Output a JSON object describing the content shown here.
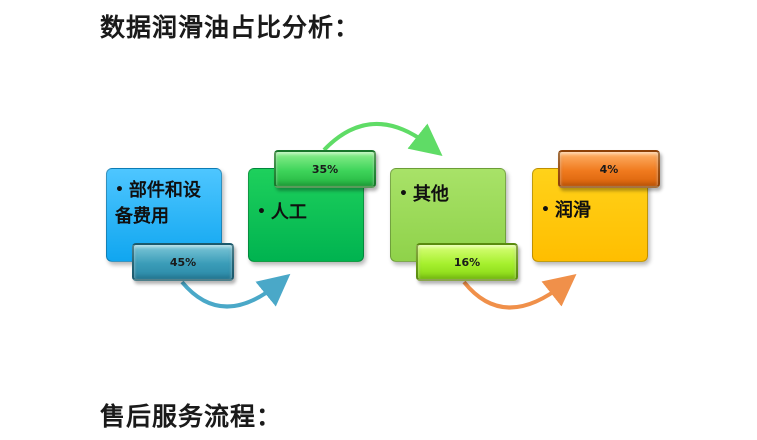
{
  "headings": {
    "top": "数据润滑油占比分析：",
    "bottom": "售后服务流程："
  },
  "items": [
    {
      "label": "部件和设备费用",
      "percent": "45%",
      "color": "#10a6f0",
      "tab_color": "#3a9cb8"
    },
    {
      "label": "人工",
      "percent": "35%",
      "color": "#00b350",
      "tab_color": "#3ed45a"
    },
    {
      "label": "其他",
      "percent": "16%",
      "color": "#8fd24a",
      "tab_color": "#a6f02e"
    },
    {
      "label": "润滑",
      "percent": "4%",
      "color": "#ffbe00",
      "tab_color": "#f07a1e"
    }
  ],
  "arrow_colors": [
    "#4aa8c8",
    "#5fdc66",
    "#f0904a"
  ]
}
